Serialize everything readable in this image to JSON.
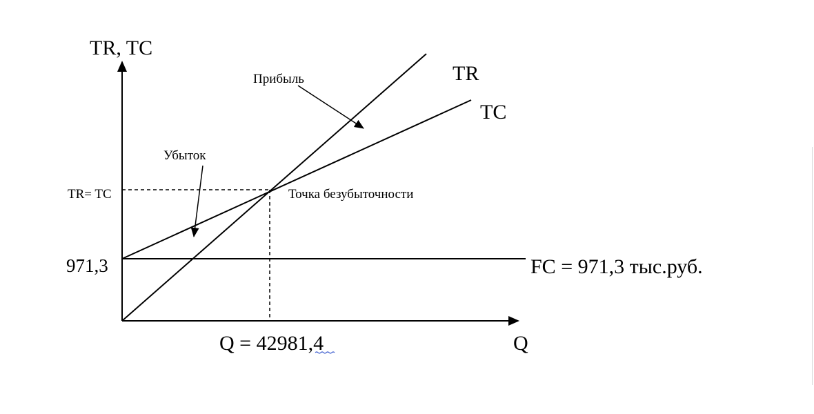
{
  "title": "",
  "axes": {
    "y_label": "TR, TC",
    "x_label": "Q"
  },
  "labels": {
    "tr_curve": "TR",
    "tc_curve": "TC",
    "fc_line": "FC = 971,3 тыс.руб.",
    "profit": "Прибыль",
    "loss": "Убыток",
    "breakeven": "Точка безубыточности",
    "tr_eq_tc": "TR= TC",
    "fc_value": "971,3",
    "q_value": "Q = 42981,4"
  }
}
